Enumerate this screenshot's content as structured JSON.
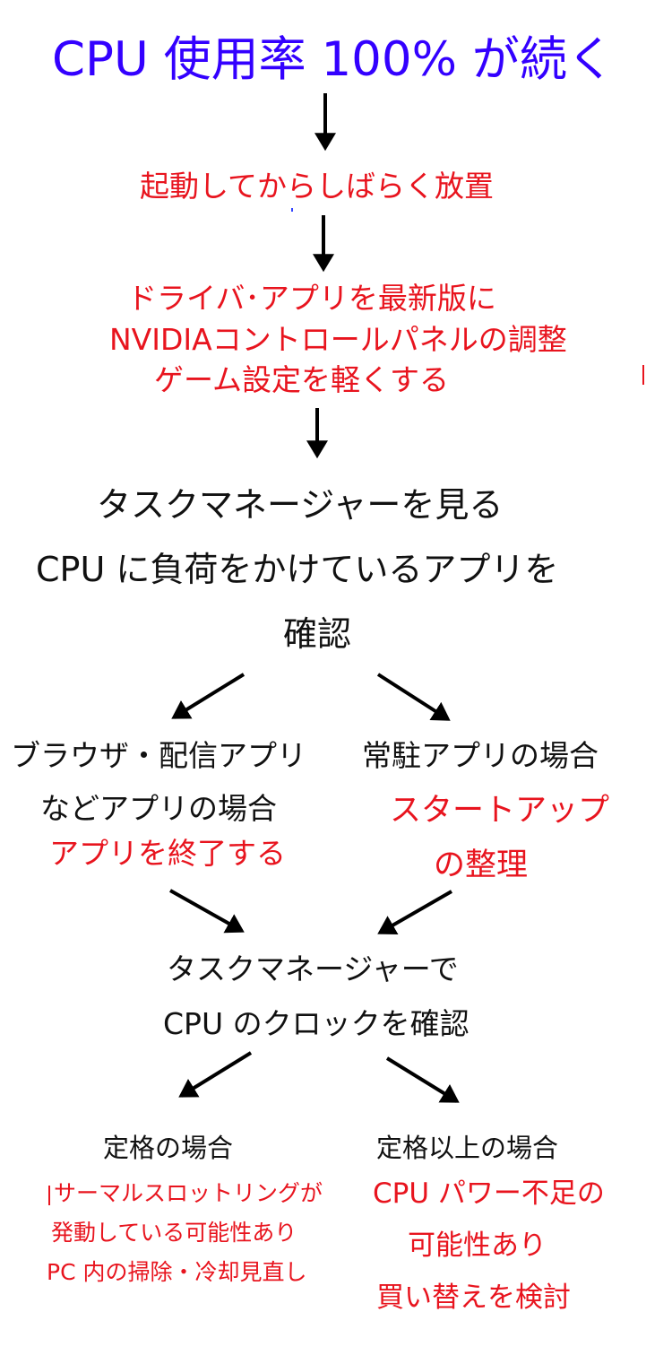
{
  "title": "CPU 使用率 100% が続く",
  "step1": "起動してからしばらく放置",
  "step2": {
    "line1": "ドライバ･アプリを最新版に",
    "line2": "NVIDIAコントロールパネルの調整",
    "line3": "ゲーム設定を軽くする"
  },
  "step3": {
    "line1": "タスクマネージャーを見る",
    "line2": "CPU に負荷をかけているアプリを",
    "line3": "確認"
  },
  "branch_left": {
    "line1": "ブラウザ・配信アプリ",
    "line2": "などアプリの場合",
    "action": "アプリを終了する"
  },
  "branch_right": {
    "line1": "常駐アプリの場合",
    "action1": "スタートアップ",
    "action2": "の整理"
  },
  "step4": {
    "line1": "タスクマネージャーで",
    "line2": "CPU のクロックを確認"
  },
  "end_left": {
    "heading": "定格の場合",
    "line1": "サーマルスロットリングが",
    "line2": "発動している可能性あり",
    "line3": "PC 内の掃除・冷却見直し"
  },
  "end_right": {
    "heading": "定格以上の場合",
    "line1": "CPU パワー不足の",
    "line2": "可能性あり",
    "line3": "買い替えを検討"
  },
  "colors": {
    "title": "#3300ff",
    "action": "#e8141e",
    "text": "#111111"
  }
}
